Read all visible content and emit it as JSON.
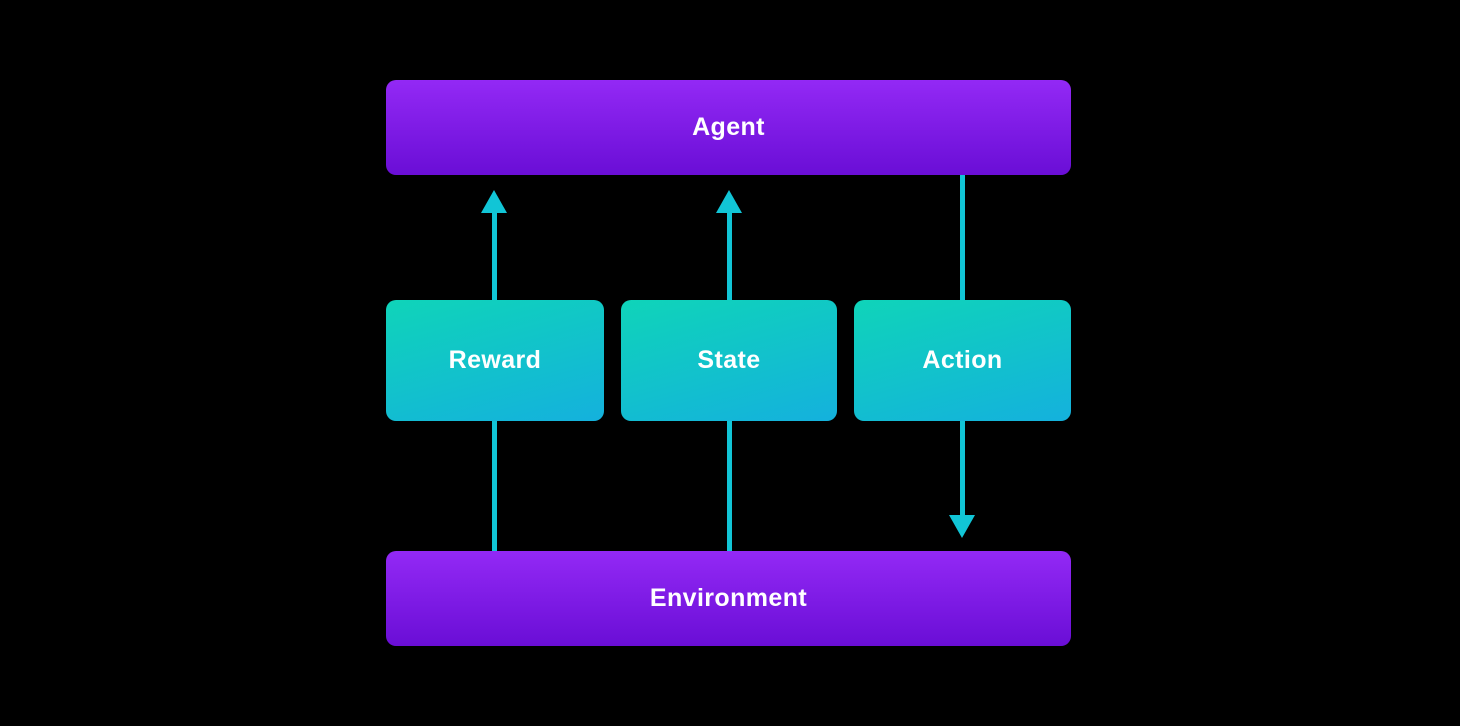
{
  "diagram": {
    "type": "flow-diagram",
    "topic": "reinforcement-learning-loop",
    "background_color": "#000000",
    "purple_gradient": {
      "from": "#9329F5",
      "to": "#6A0ED6"
    },
    "cyan_gradient": {
      "from": "#0FD4B9",
      "to": "#14B1DD"
    },
    "arrow_color": "#11C5D6",
    "text_color": "#FFFFFF",
    "nodes": [
      {
        "id": "agent",
        "label": "Agent"
      },
      {
        "id": "reward",
        "label": "Reward"
      },
      {
        "id": "state",
        "label": "State"
      },
      {
        "id": "action",
        "label": "Action"
      },
      {
        "id": "environment",
        "label": "Environment"
      }
    ],
    "edges": [
      {
        "from": "environment",
        "to": "agent",
        "via": "reward",
        "direction": "up"
      },
      {
        "from": "environment",
        "to": "agent",
        "via": "state",
        "direction": "up"
      },
      {
        "from": "agent",
        "to": "environment",
        "via": "action",
        "direction": "down"
      }
    ]
  }
}
